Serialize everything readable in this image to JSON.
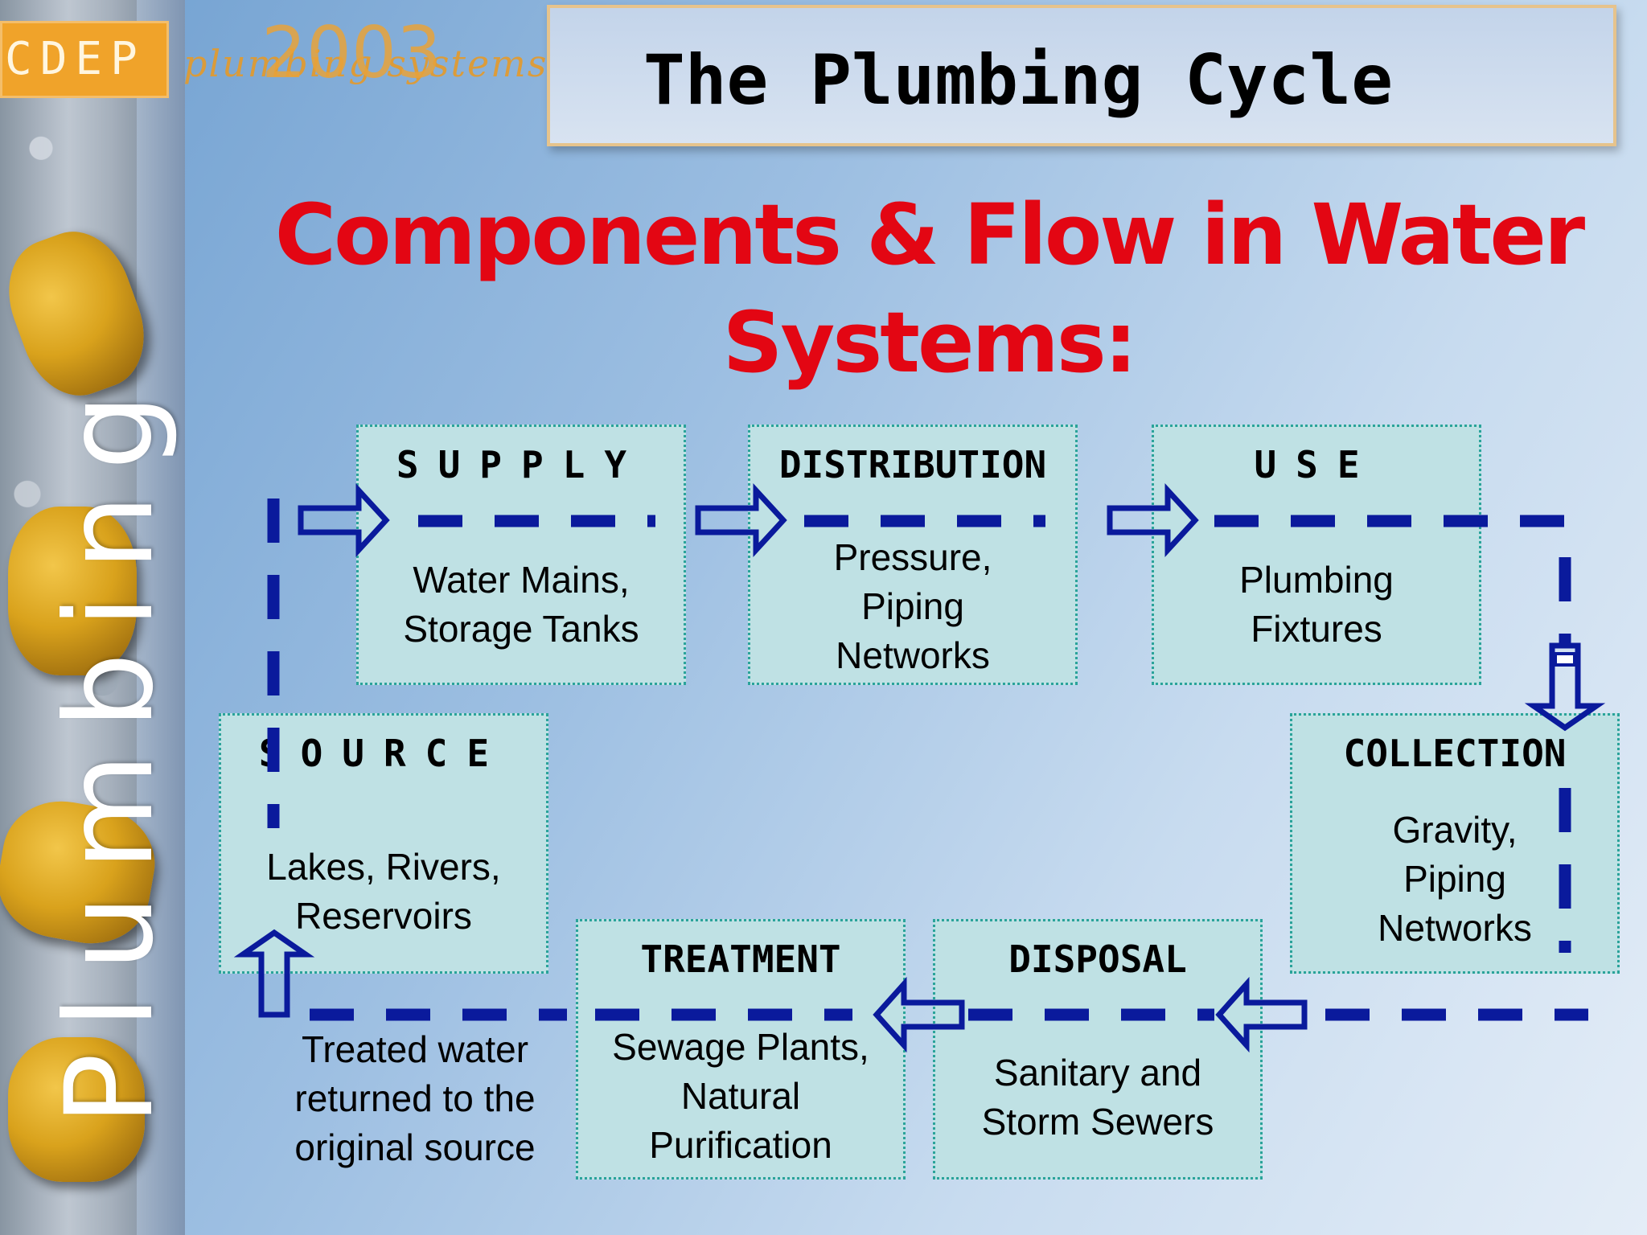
{
  "branding": {
    "logo_text": "CDEP",
    "logo_year": "2003",
    "logo_subtitle": "plumbing systems",
    "vertical_word": "Plumbing"
  },
  "title": "The Plumbing Cycle",
  "subtitle_line1": "Components & Flow in Water",
  "subtitle_line2": "Systems:",
  "stages": {
    "supply": {
      "heading": "SUPPLY",
      "text_line1": "Water Mains,",
      "text_line2": "Storage Tanks"
    },
    "distribution": {
      "heading": "DISTRIBUTION",
      "text_line1": "Pressure,",
      "text_line2": "Piping",
      "text_line3": "Networks"
    },
    "use": {
      "heading": "USE",
      "text_line1": "Plumbing",
      "text_line2": "Fixtures"
    },
    "collection": {
      "heading": "COLLECTION",
      "text_line1": "Gravity,",
      "text_line2": "Piping",
      "text_line3": "Networks"
    },
    "disposal": {
      "heading": "DISPOSAL",
      "text_line1": "Sanitary and",
      "text_line2": "Storm Sewers"
    },
    "treatment": {
      "heading": "TREATMENT",
      "text_line1": "Sewage Plants,",
      "text_line2": "Natural",
      "text_line3": "Purification"
    },
    "source": {
      "heading": "SOURCE",
      "text_line1": "Lakes, Rivers,",
      "text_line2": "Reservoirs"
    }
  },
  "return_caption": {
    "line1": "Treated water",
    "line2": "returned to the",
    "line3": "original source"
  },
  "colors": {
    "title_red": "#e30613",
    "flow_blue": "#0a1a9c",
    "box_fill": "#bfe1e4",
    "box_border": "#2aa39a"
  }
}
